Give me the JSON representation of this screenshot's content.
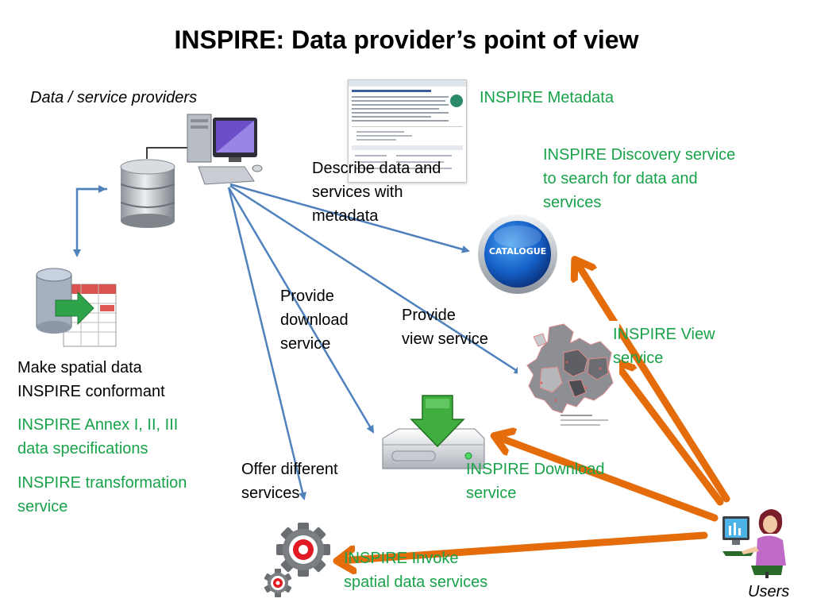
{
  "title": "INSPIRE: Data provider’s point of view",
  "providers_label": "Data / service providers",
  "users_label": "Users",
  "catalogue_badge": "CATALOGUE",
  "describe_lines": [
    "Describe data and",
    "services with",
    "metadata"
  ],
  "provide_download_lines": [
    "Provide",
    "download",
    "service"
  ],
  "provide_view_lines": [
    "Provide",
    "view service"
  ],
  "offer_lines": [
    "Offer different",
    "services"
  ],
  "make_conformant_lines": [
    "Make spatial data",
    "INSPIRE conformant"
  ],
  "annex_lines": [
    "INSPIRE Annex I, II, III",
    "data specifications"
  ],
  "transformation_lines": [
    "INSPIRE transformation",
    "service"
  ],
  "metadata_label": "INSPIRE Metadata",
  "discovery_lines": [
    "INSPIRE Discovery service",
    "to search for data and",
    "services"
  ],
  "view_lines": [
    "INSPIRE View",
    "service"
  ],
  "download_lines": [
    "INSPIRE Download",
    "service"
  ],
  "invoke_lines": [
    "INSPIRE Invoke",
    "spatial data services"
  ],
  "colors": {
    "blue_arrow": "#4f81bd",
    "orange_arrow": "#e46c0a",
    "green_text": "#18a24a"
  }
}
